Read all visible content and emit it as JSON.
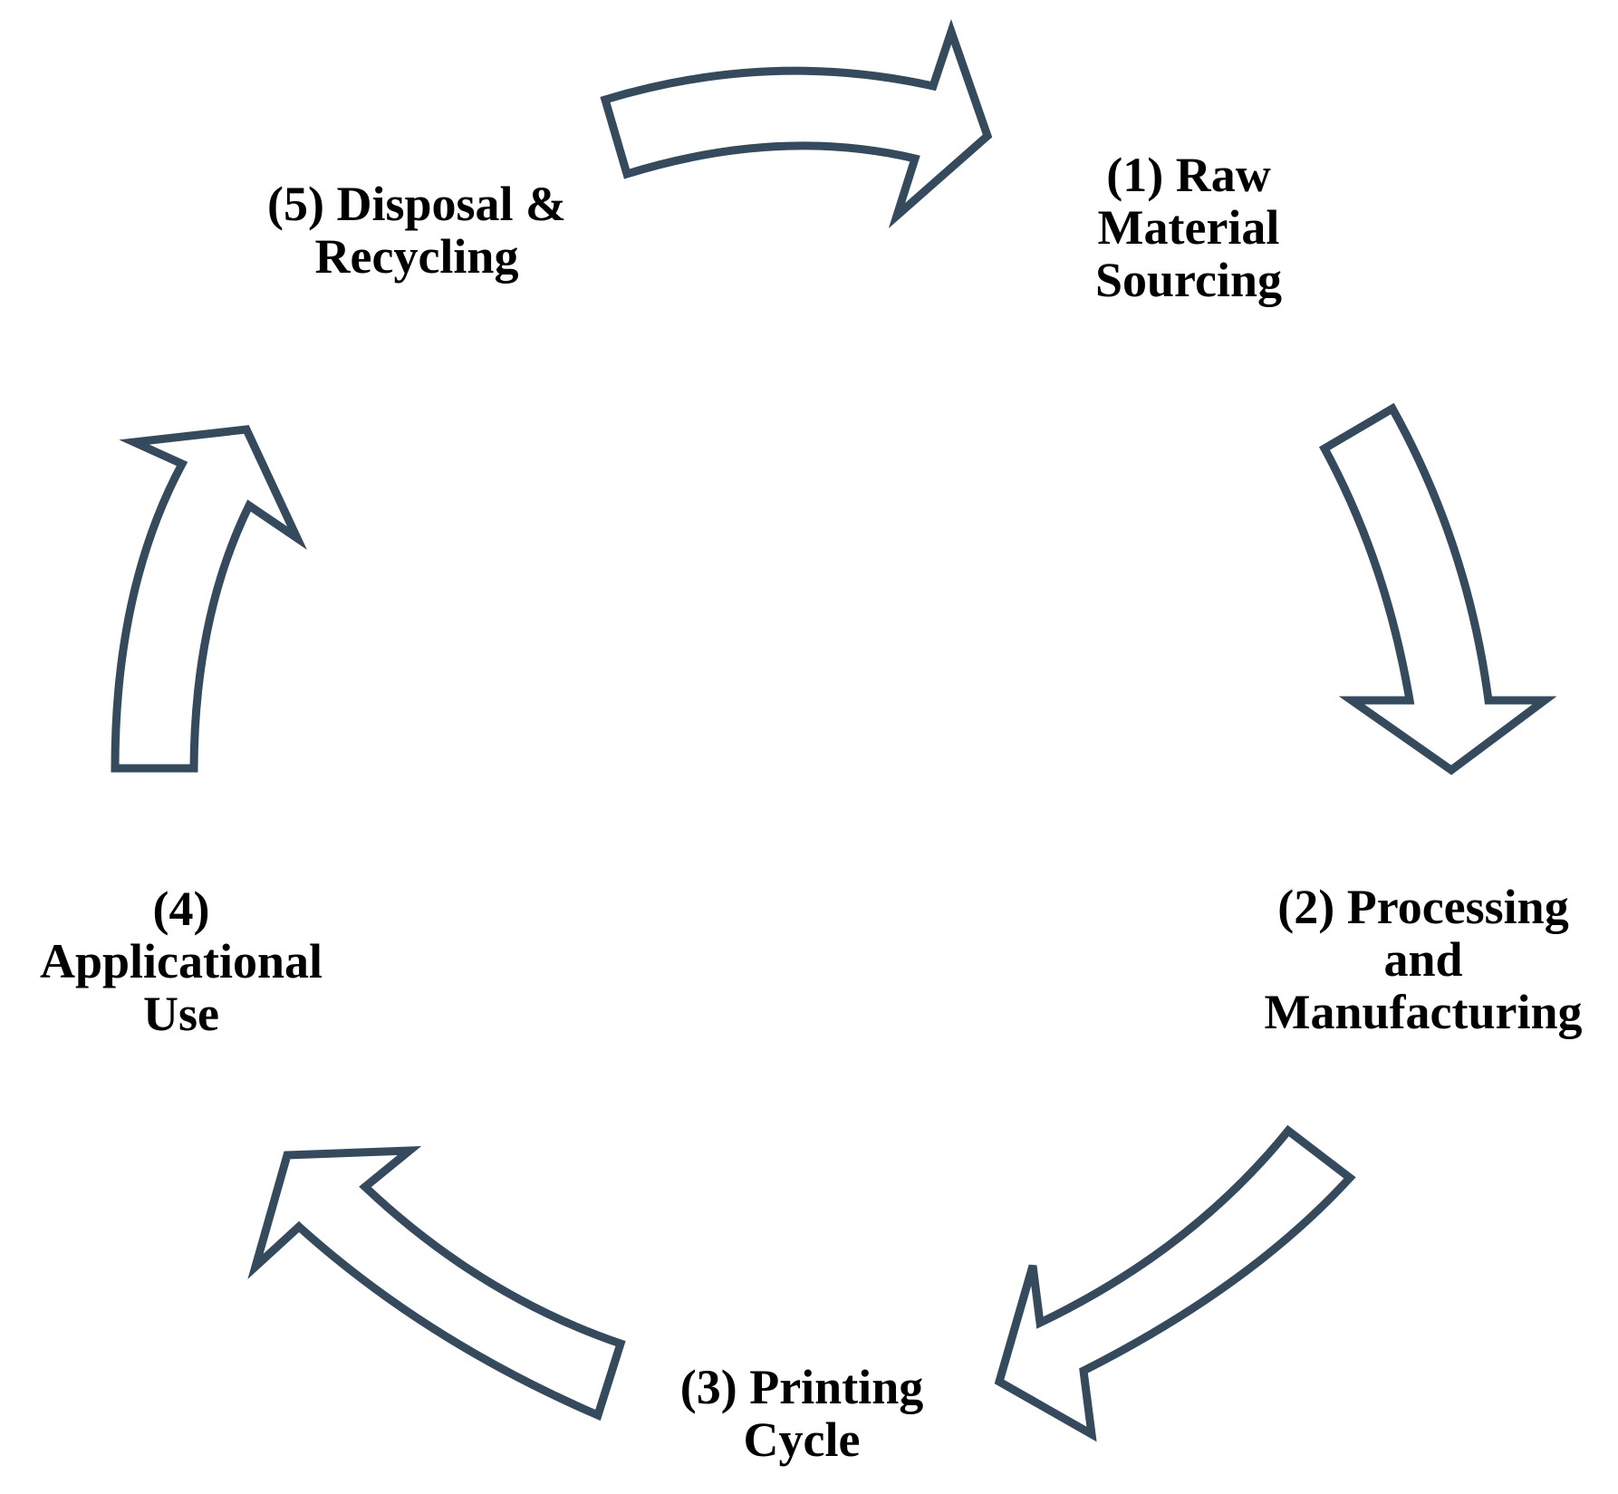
{
  "diagram": {
    "stroke_color": "#364a5e",
    "fill_color": "#ffffff",
    "stages": [
      {
        "lines": [
          "(1) Raw",
          "Material",
          "Sourcing"
        ]
      },
      {
        "lines": [
          "(2) Processing",
          "and",
          "Manufacturing"
        ]
      },
      {
        "lines": [
          "(3) Printing",
          "Cycle"
        ]
      },
      {
        "lines": [
          "(4)",
          "Applicational",
          "Use"
        ]
      },
      {
        "lines": [
          "(5) Disposal &",
          "Recycling"
        ]
      }
    ],
    "arrows": [
      {
        "from": "(5) Disposal & Recycling",
        "to": "(1) Raw Material Sourcing"
      },
      {
        "from": "(1) Raw Material Sourcing",
        "to": "(2) Processing and Manufacturing"
      },
      {
        "from": "(2) Processing and Manufacturing",
        "to": "(3) Printing Cycle"
      },
      {
        "from": "(3) Printing Cycle",
        "to": "(4) Applicational Use"
      },
      {
        "from": "(4) Applicational Use",
        "to": "(5) Disposal & Recycling"
      }
    ]
  }
}
